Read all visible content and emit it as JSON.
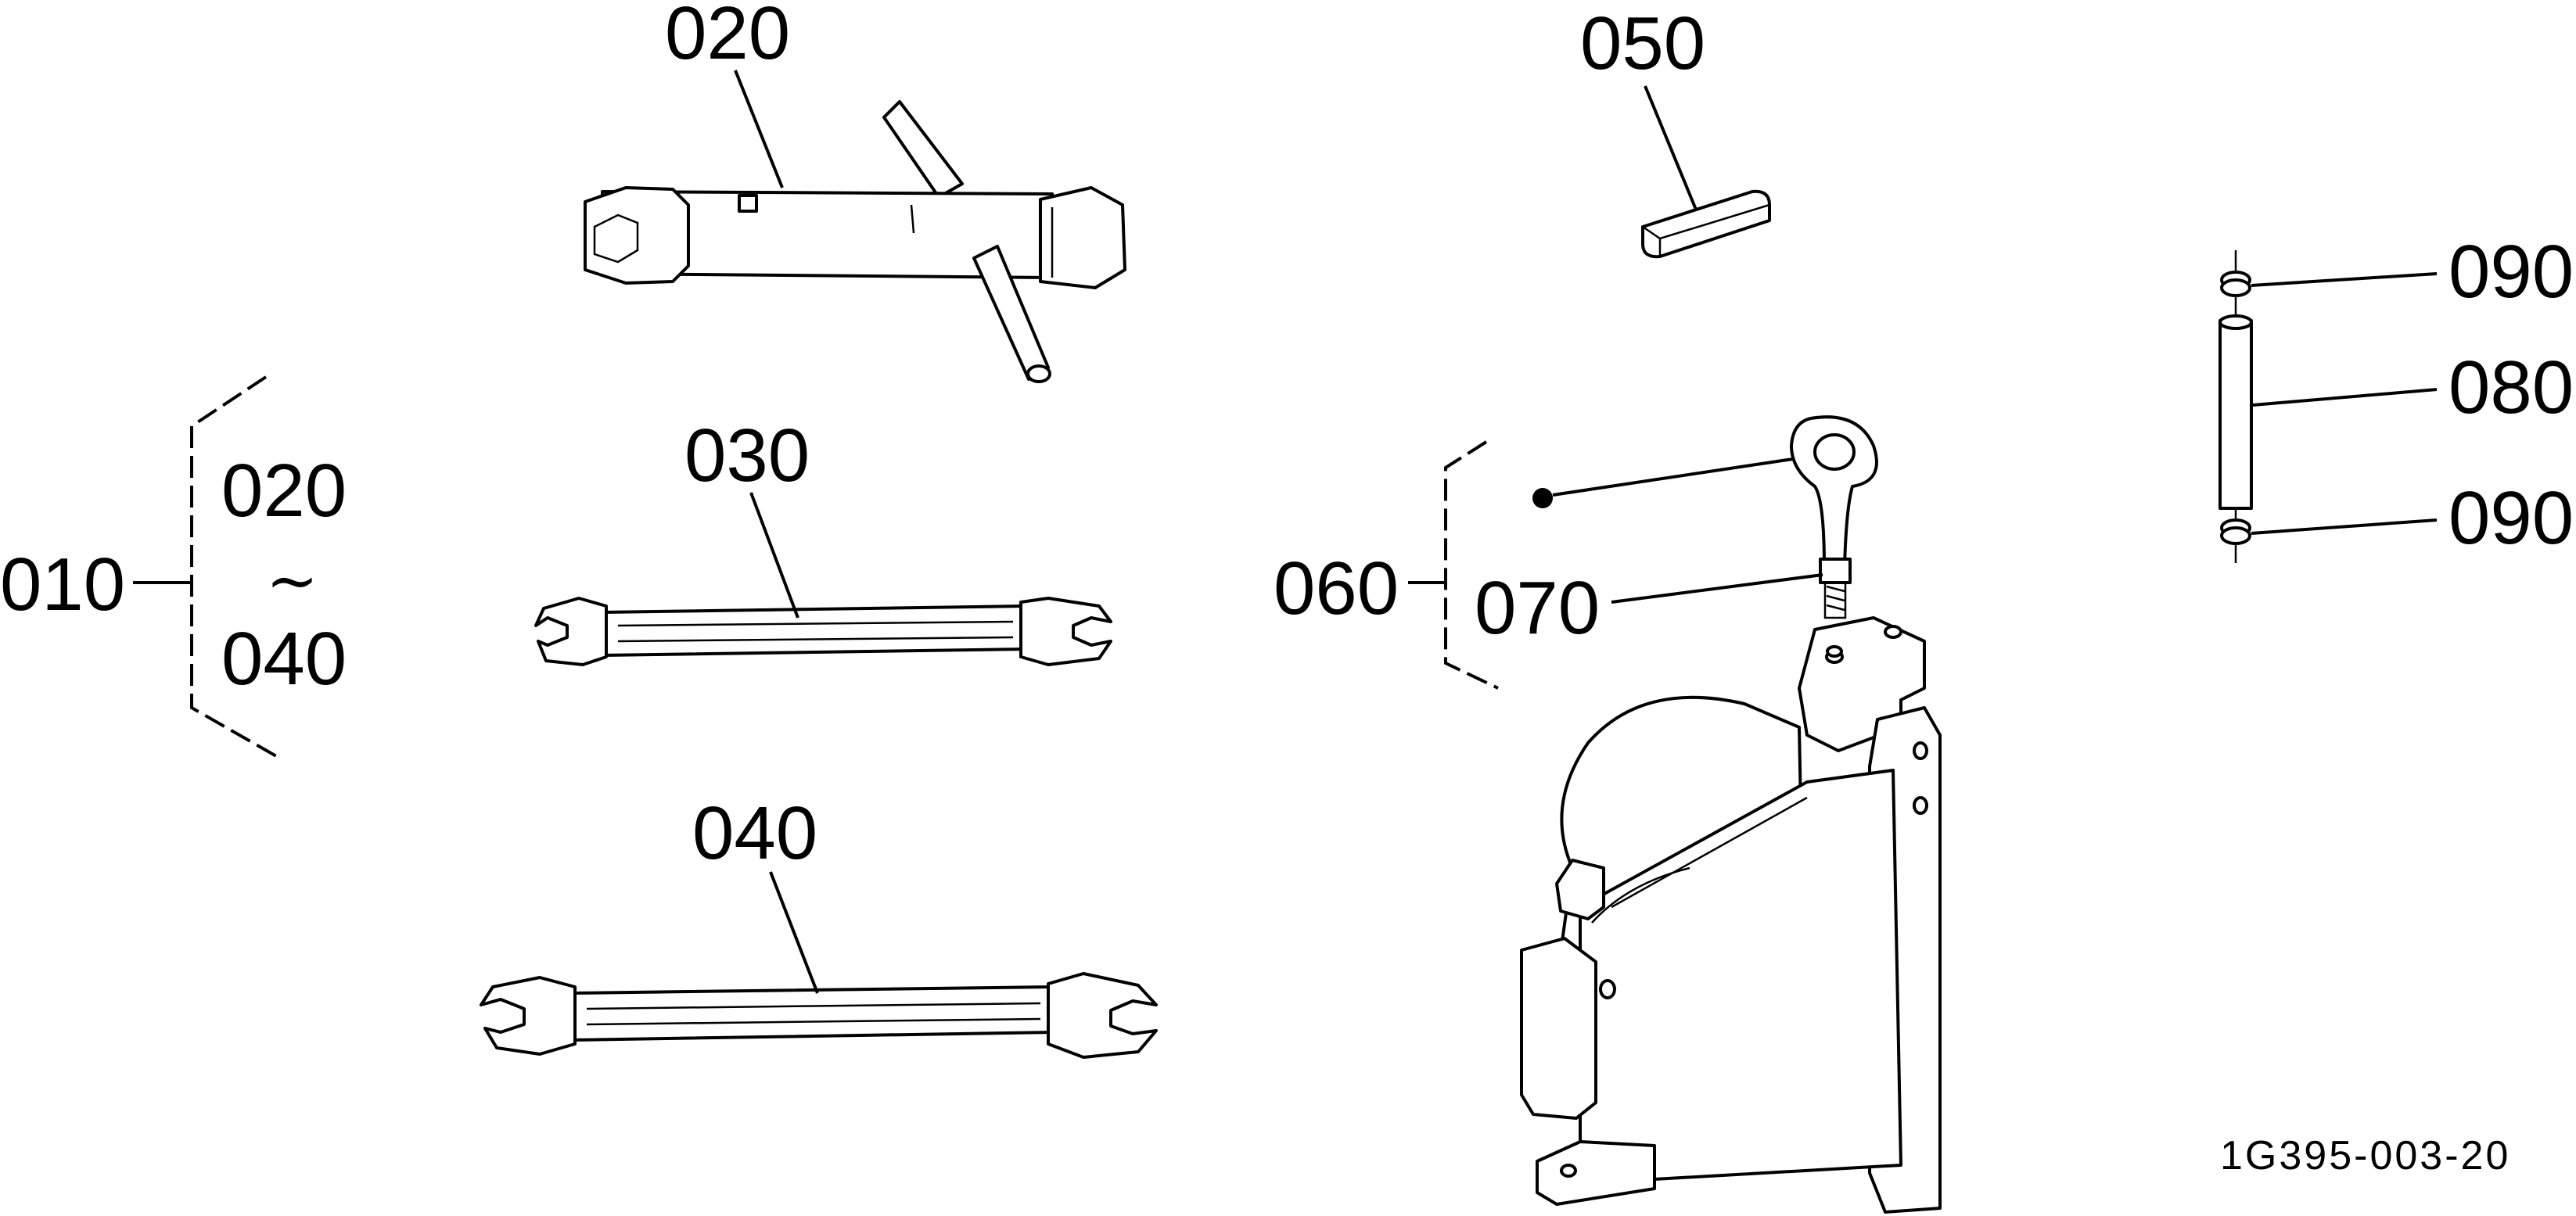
{
  "labels": {
    "l010": "010",
    "l020_top": "020",
    "l020_group": "020",
    "l040_group": "040",
    "range_sep": "~",
    "l030": "030",
    "l040": "040",
    "l050": "050",
    "l060": "060",
    "l070": "070",
    "l080": "080",
    "l090_top": "090",
    "l090_bottom": "090"
  },
  "drawing_code": "1G395-003-20"
}
